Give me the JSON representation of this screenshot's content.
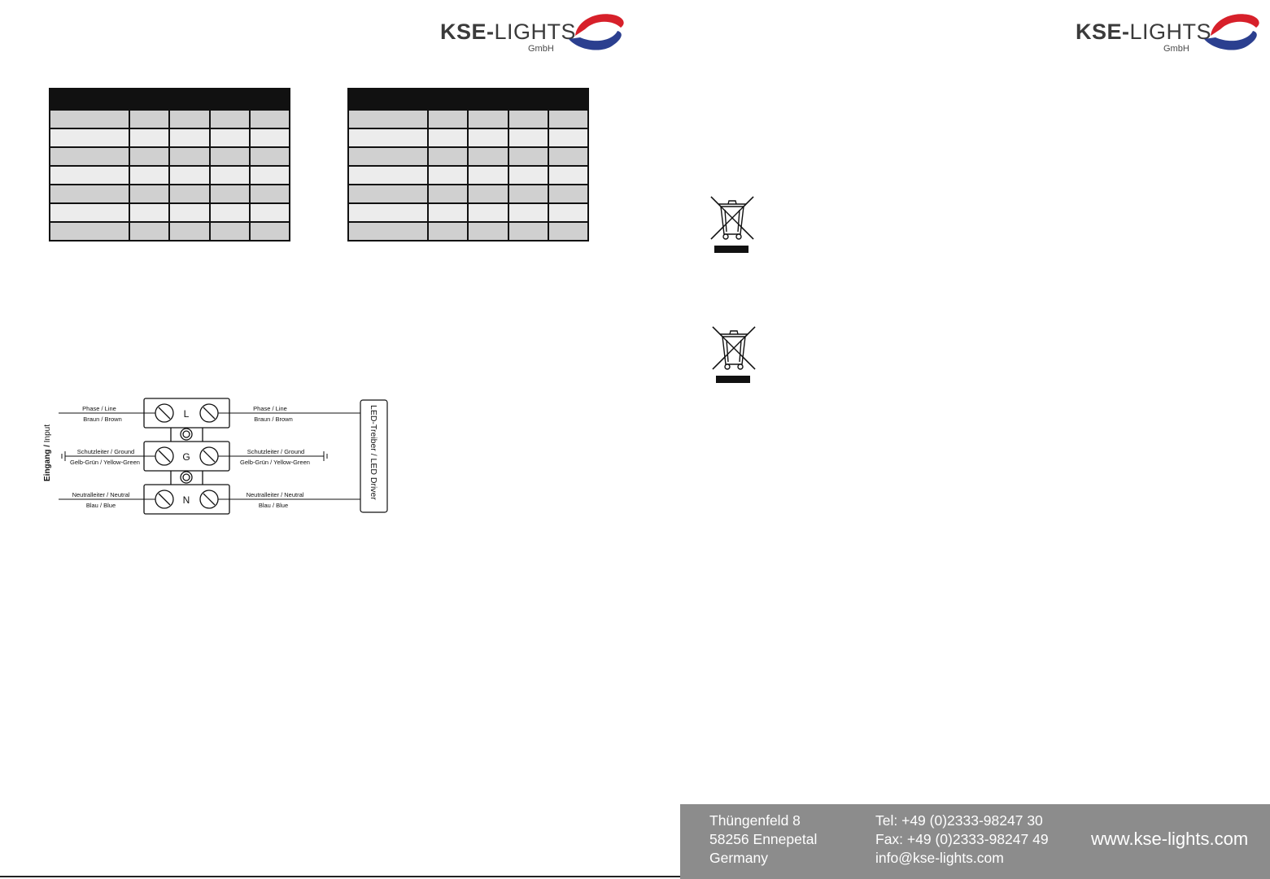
{
  "brand": {
    "name_bold": "KSE-",
    "name_light": "LIGHTS",
    "suffix": "GmbH",
    "colors": {
      "red": "#d7202a",
      "blue": "#2b3f8f",
      "text": "#3b3b3b"
    }
  },
  "tables": [
    {
      "rows": [
        "hdr",
        "dark",
        "light",
        "dark",
        "light",
        "dark",
        "light",
        "dark"
      ],
      "columns": 5
    },
    {
      "rows": [
        "hdr",
        "dark",
        "light",
        "dark",
        "light",
        "dark",
        "light",
        "dark"
      ],
      "columns": 5
    }
  ],
  "wiring": {
    "input_label_de": "Eingang /",
    "input_label_en": " Input",
    "driver_label": "LED-Treiber / LED Driver",
    "terminals": [
      "L",
      "G",
      "N"
    ],
    "wires": [
      {
        "top_de": "Phase /",
        "top_en": " Line",
        "bottom_de": "Braun /",
        "bottom_en": " Brown"
      },
      {
        "top_de": "Schutzleiter /",
        "top_en": " Ground",
        "bottom_de": "Gelb-Grün /",
        "bottom_en": " Yellow-Green"
      },
      {
        "top_de": "Neutralleiter /",
        "top_en": " Neutral",
        "bottom_de": "Blau /",
        "bottom_en": " Blue"
      }
    ]
  },
  "icons": [
    "weee-bin-icon",
    "weee-bin-icon"
  ],
  "footer": {
    "address": [
      "Thüngenfeld 8",
      "58256 Ennepetal",
      "Germany"
    ],
    "contact": [
      "Tel:  +49 (0)2333-98247 30",
      "Fax: +49 (0)2333-98247 49",
      "info@kse-lights.com"
    ],
    "website": "www.kse-lights.com",
    "background": "#8c8c8c"
  }
}
